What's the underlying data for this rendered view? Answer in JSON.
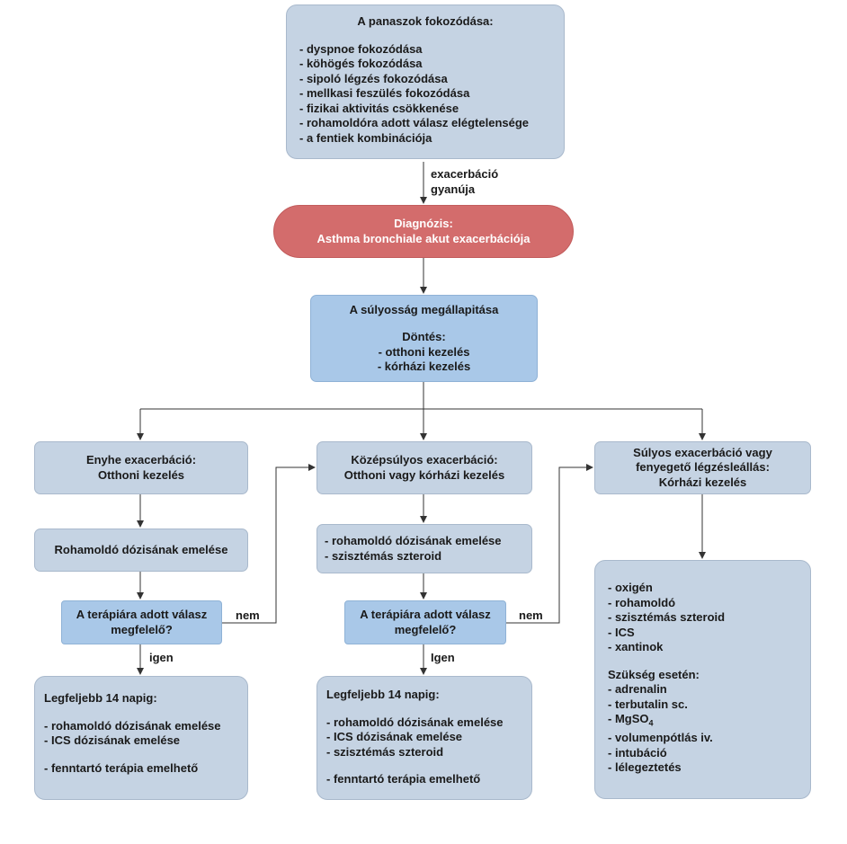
{
  "complaints": {
    "title": "A panaszok fokozódása:",
    "items": [
      "dyspnoe fokozódása",
      "köhögés fokozódása",
      "sipoló légzés fokozódása",
      "mellkasi feszülés fokozódása",
      "fizikai aktivitás csökkenése",
      "rohamoldóra adott válasz elégtelensége",
      "a fentiek kombinációja"
    ]
  },
  "suspicion_label": [
    "exacerbáció",
    "gyanúja"
  ],
  "diagnosis": {
    "line1": "Diagnózis:",
    "line2": "Asthma bronchiale akut exacerbációja"
  },
  "severity": {
    "title": "A súlyosság megállapitása",
    "decision": "Döntés:",
    "options": [
      "otthoni kezelés",
      "kórházi kezelés"
    ]
  },
  "mild": {
    "title": [
      "Enyhe exacerbáció:",
      "Otthoni kezelés"
    ],
    "action": "Rohamoldó dózisának emelése",
    "question": [
      "A terápiára adott válasz",
      "megfelelő?"
    ],
    "yes_label": "igen",
    "no_label": "nem",
    "result": {
      "title": "Legfeljebb 14 napig:",
      "items": [
        "rohamoldó dózisának emelése",
        "ICS dózisának emelése"
      ],
      "extra": "fenntartó terápia emelhető"
    }
  },
  "moderate": {
    "title": [
      "Középsúlyos exacerbáció:",
      "Otthoni vagy kórházi kezelés"
    ],
    "actions": [
      "rohamoldó dózisának emelése",
      "szisztémás szteroid"
    ],
    "question": [
      "A terápiára adott válasz",
      "megfelelő?"
    ],
    "yes_label": "Igen",
    "no_label": "nem",
    "result": {
      "title": "Legfeljebb 14 napig:",
      "items": [
        "rohamoldó dózisának emelése",
        "ICS dózisának emelése",
        "szisztémás szteroid"
      ],
      "extra": "fenntartó terápia emelhető"
    }
  },
  "severe": {
    "title": [
      "Súlyos exacerbáció vagy",
      "fenyegető légzésleállás:",
      "Kórházi kezelés"
    ],
    "items": [
      "oxigén",
      "rohamoldó",
      "szisztémás szteroid",
      "ICS",
      "xantinok"
    ],
    "if_needed_title": "Szükség esetén:",
    "if_needed_items": [
      "adrenalin",
      "terbutalin sc."
    ],
    "mgso4_base": "MgSO",
    "mgso4_sub": "4",
    "if_needed_items_after": [
      "volumenpótlás iv.",
      "intubáció",
      "lélegeztetés"
    ]
  }
}
